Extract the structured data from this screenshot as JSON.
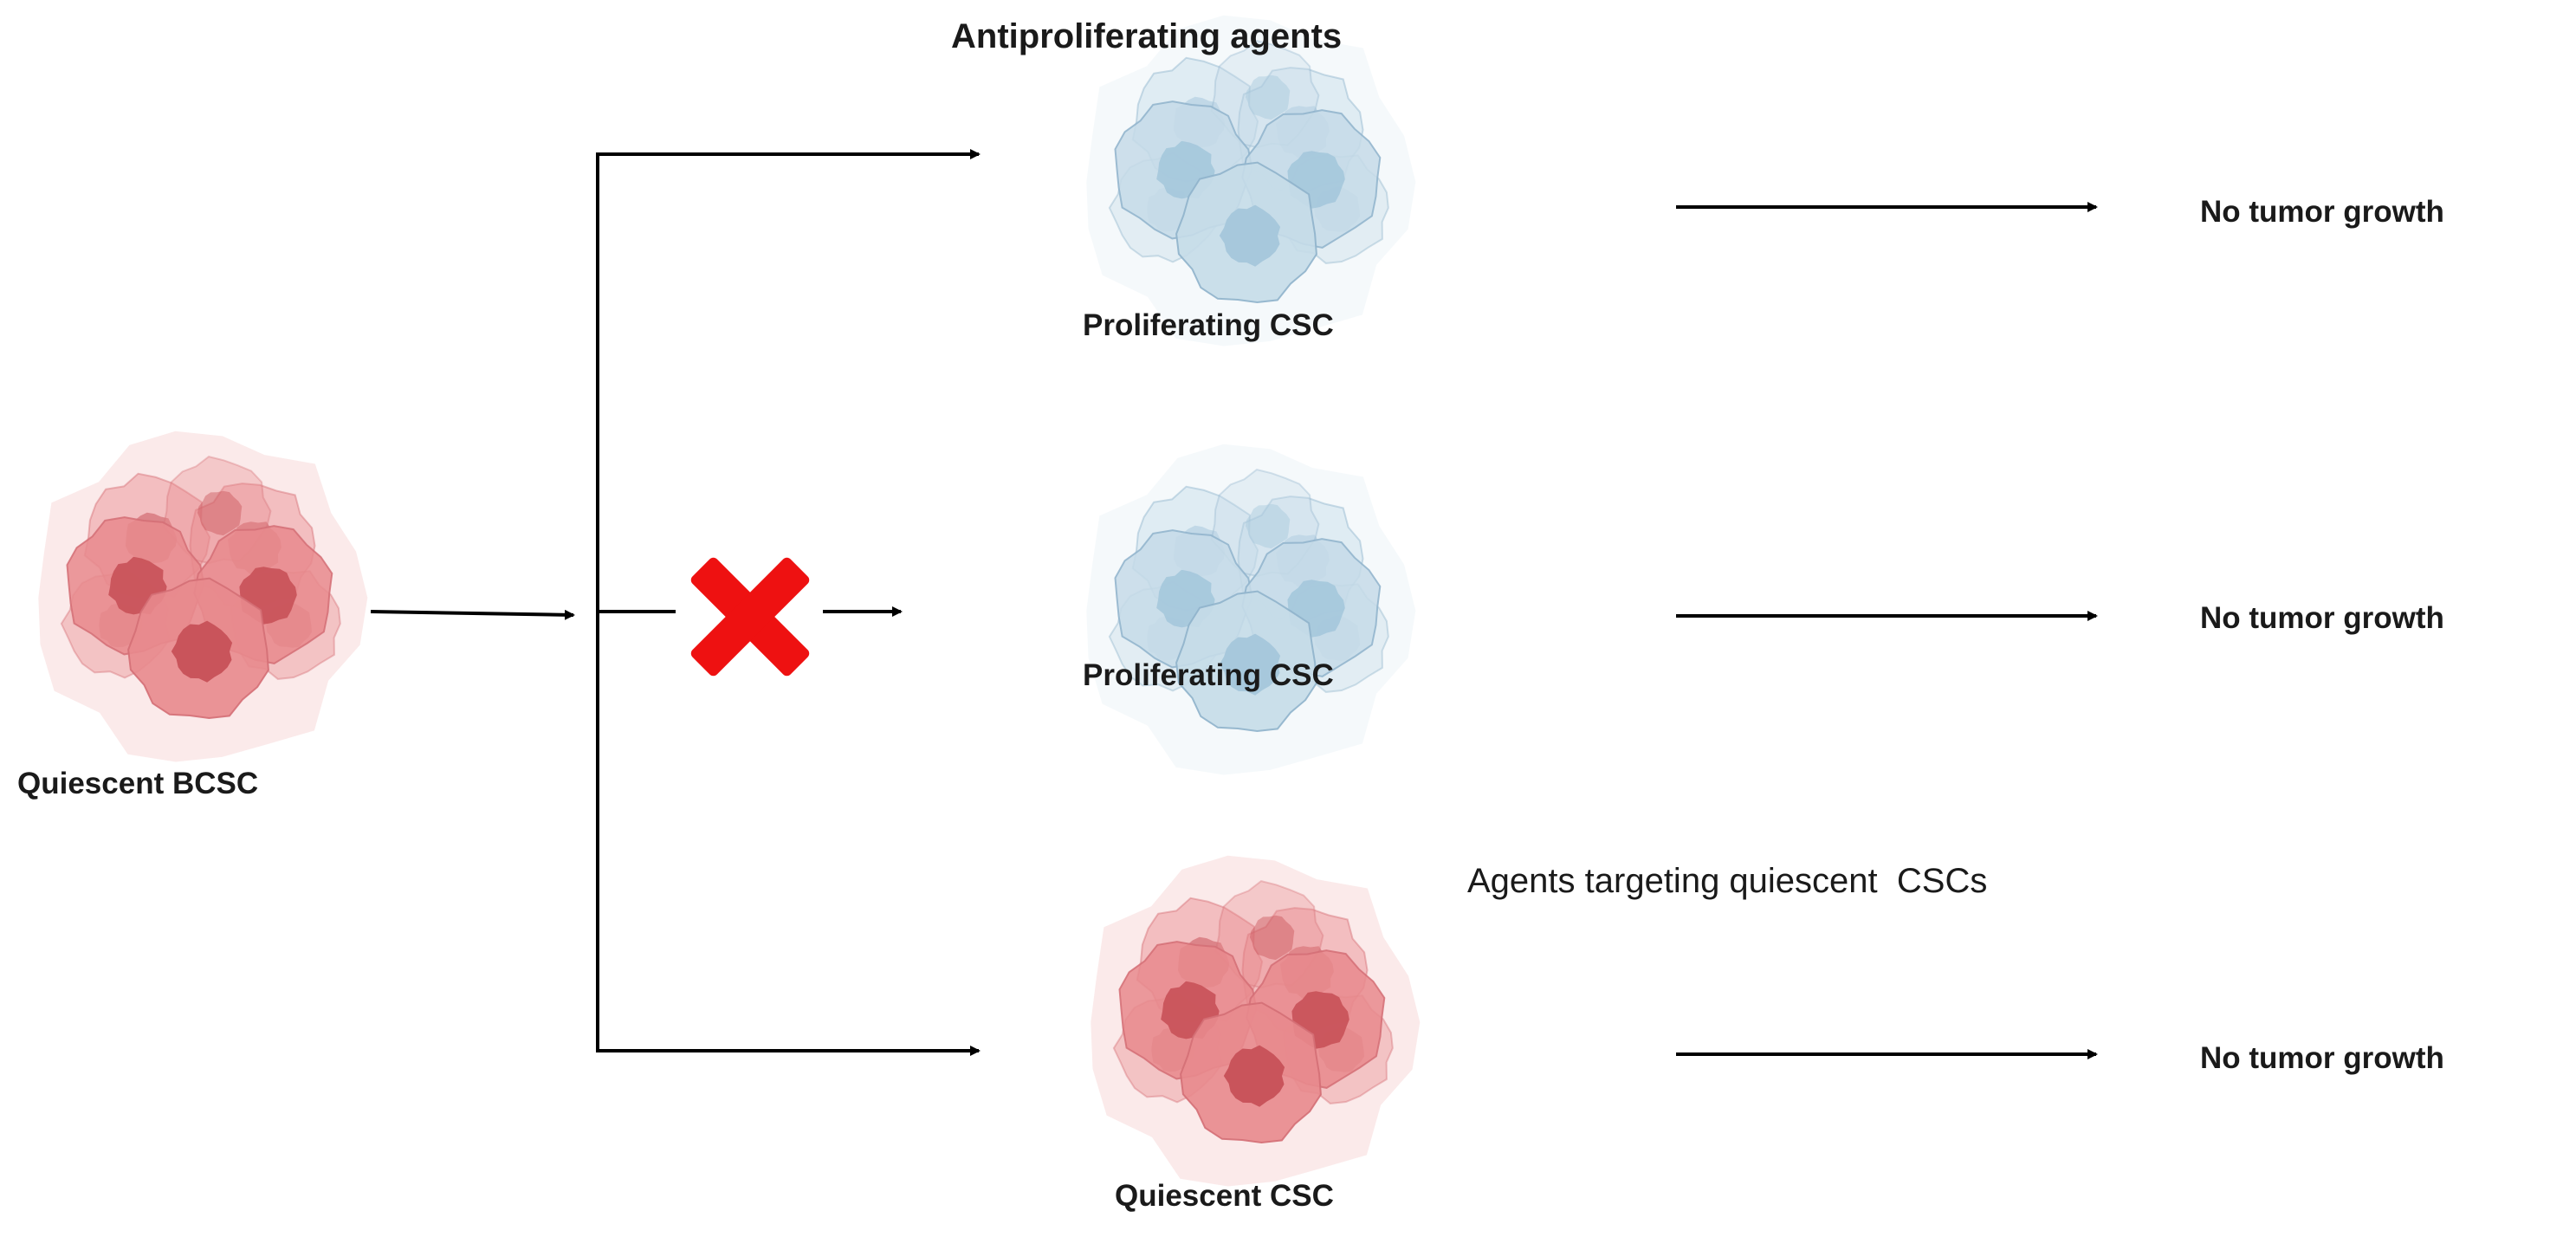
{
  "labels": {
    "source": "Quiescent BCSC",
    "top_agent": "Antiproliferating agents",
    "bottom_agent": "Agents targeting quiescent  CSCs"
  },
  "branches": [
    {
      "cell_label": "Proliferating CSC",
      "outcome": "No tumor growth",
      "cell_state": "proliferating",
      "blocked": false
    },
    {
      "cell_label": "Proliferating CSC",
      "outcome": "No tumor growth",
      "cell_state": "proliferating",
      "blocked": true
    },
    {
      "cell_label": "Quiescent CSC",
      "outcome": "No tumor growth",
      "cell_state": "quiescent",
      "blocked": false
    }
  ],
  "colors": {
    "quiescent_fill": "#e88a8d",
    "quiescent_nucleus": "#c9545b",
    "proliferating_fill": "#c5dbe8",
    "proliferating_nucleus": "#a7c8dc",
    "block_mark": "#ee1111",
    "line": "#000000"
  },
  "icons": {
    "block": "red-x-icon"
  }
}
